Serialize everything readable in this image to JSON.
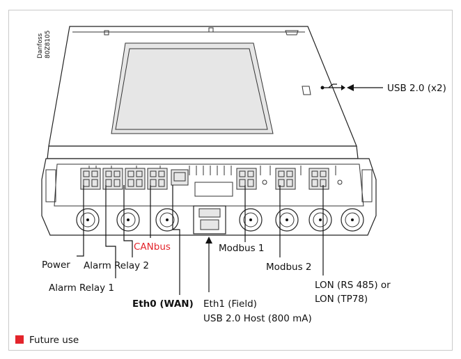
{
  "brand_vertical": [
    "Danfoss",
    "80Z8105"
  ],
  "labels": {
    "usb": "USB 2.0 (x2)",
    "power": "Power",
    "alarm1": "Alarm Relay 1",
    "alarm2": "Alarm Relay 2",
    "canbus": "CANbus",
    "eth0": "Eth0 (WAN)",
    "eth1_line1": "Eth1 (Field)",
    "eth1_line2": "USB 2.0 Host (800 mA)",
    "modbus1": "Modbus 1",
    "modbus2": "Modbus 2",
    "lon_line1": "LON (RS 485) or",
    "lon_line2": "LON (TP78)"
  },
  "legend": {
    "text": "Future use",
    "color": "#e3242b"
  },
  "colors": {
    "future_use": "#e3242b",
    "line": "#111111"
  }
}
